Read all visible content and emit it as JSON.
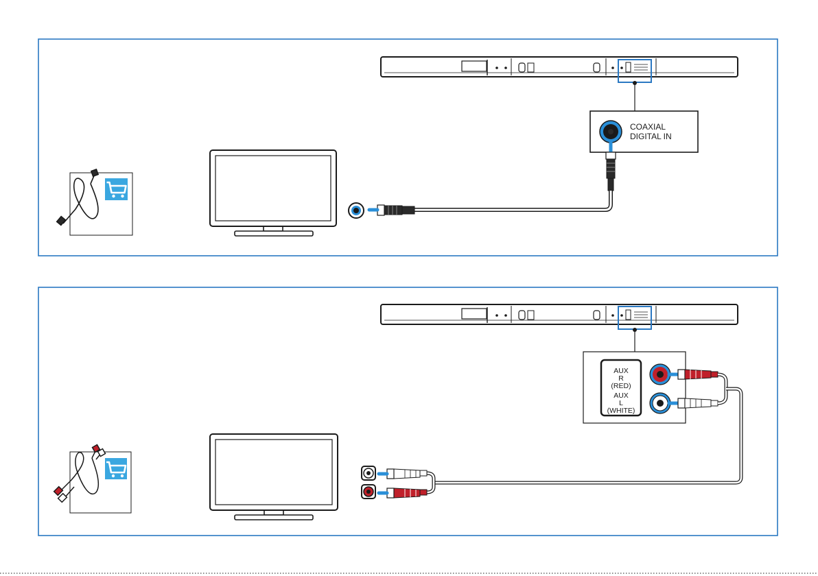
{
  "colors": {
    "frame_blue": "#2a78c2",
    "jack_blue": "#2a8fd8",
    "cart_blue": "#3aa7e0",
    "plug_red": "#c0202a",
    "cable_gray": "#9a9a9a",
    "outline": "#1a1a1a"
  },
  "panel_top": {
    "jack_label_line1": "COAXIAL",
    "jack_label_line2": "DIGITAL IN",
    "cable_icon": "coaxial-cable-icon",
    "cart_icon": "shopping-cart-icon"
  },
  "panel_bottom": {
    "aux_r_line1": "AUX",
    "aux_r_line2": "R",
    "aux_r_line3": "(RED)",
    "aux_l_line1": "AUX",
    "aux_l_line2": "L",
    "aux_l_line3": "(WHITE)",
    "cable_icon": "rca-cable-icon",
    "cart_icon": "shopping-cart-icon"
  }
}
